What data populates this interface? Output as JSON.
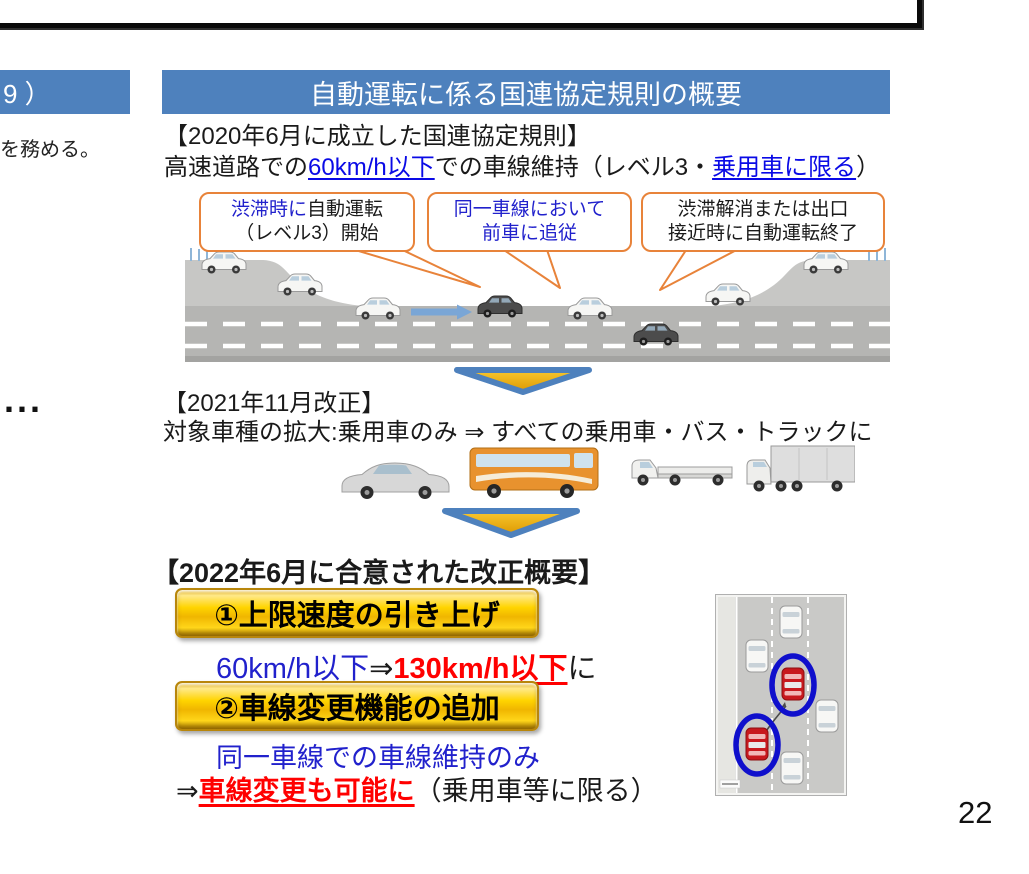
{
  "colors": {
    "header_blue": "#4E81BD",
    "link_blue": "#0A0AE6",
    "text_blue": "#2121CC",
    "alert_red": "#FF0000",
    "callout_orange": "#E8833A",
    "gold": "#FFD400"
  },
  "left_column": {
    "header_fragment": "9 ）",
    "body_fragment": "を務める。",
    "ellipsis": "..."
  },
  "main_header": {
    "title": "自動運転に係る国連協定規則の概要"
  },
  "section_2020": {
    "heading": "【2020年6月に成立した国連協定規則】",
    "body": {
      "pre": "高速道路での",
      "underlined1": "60km/h以下",
      "mid": "での車線維持（レベル3・",
      "underlined2": "乗用車に限る",
      "post": "）"
    },
    "callout_start": {
      "blue_part": "渋滞時に",
      "black_part": "自動運転",
      "line2": "（レベル3）開始"
    },
    "callout_follow": {
      "line1": "同一車線において",
      "line2": "前車に追従"
    },
    "callout_end": {
      "line1": "渋滞解消または出口",
      "line2": "接近時に自動運転終了"
    },
    "illustration_icons": [
      "highway-road",
      "white-car",
      "dark-car",
      "follow-arrow",
      "on-ramp",
      "off-ramp",
      "guardrail"
    ]
  },
  "section_2021": {
    "heading": "【2021年11月改正】",
    "body": "対象車種の拡大:乗用車のみ ⇒ すべての乗用車・バス・トラックに",
    "vehicle_icons": [
      "passenger-car",
      "bus",
      "small-truck",
      "large-truck"
    ]
  },
  "section_2022": {
    "heading": "【2022年6月に合意された改正概要】",
    "item1_label": "①上限速度の引き上げ",
    "item1_detail": {
      "old": "60km/h以下",
      "arrow": "⇒",
      "new": "130km/h以下",
      "suffix": "に"
    },
    "item2_label": "②車線変更機能の追加",
    "item2_detail_line1": "同一車線での車線維持のみ",
    "item2_detail_line2": {
      "arrow": "⇒",
      "emphasis": "車線変更も可能に",
      "suffix": "（乗用車等に限る）"
    },
    "diagram_icons": [
      "lane-change-road",
      "red-car-circled",
      "white-car",
      "lane-change-arrow"
    ]
  },
  "page_number": "22"
}
